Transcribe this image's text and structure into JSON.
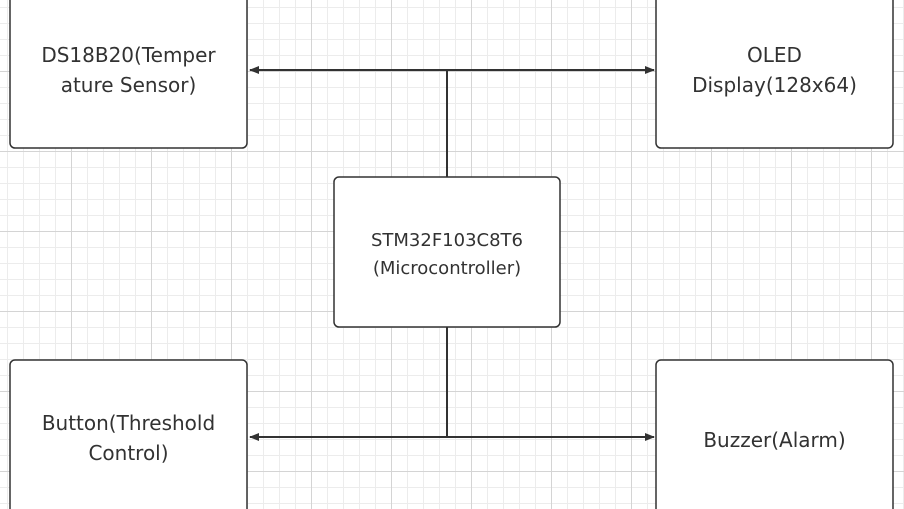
{
  "diagram": {
    "nodes": {
      "sensor": {
        "lines": [
          "DS18B20(Temper",
          "ature Sensor)"
        ]
      },
      "display": {
        "lines": [
          "OLED",
          "Display(128x64)"
        ]
      },
      "mcu": {
        "lines": [
          "STM32F103C8T6",
          "(Microcontroller)"
        ]
      },
      "button": {
        "lines": [
          "Button(Threshold",
          "Control)"
        ]
      },
      "buzzer": {
        "lines": [
          "Buzzer(Alarm)"
        ]
      }
    },
    "connections": [
      {
        "from": "mcu",
        "to": "sensor"
      },
      {
        "from": "mcu",
        "to": "display"
      },
      {
        "from": "mcu",
        "to": "button"
      },
      {
        "from": "mcu",
        "to": "buzzer"
      }
    ]
  }
}
